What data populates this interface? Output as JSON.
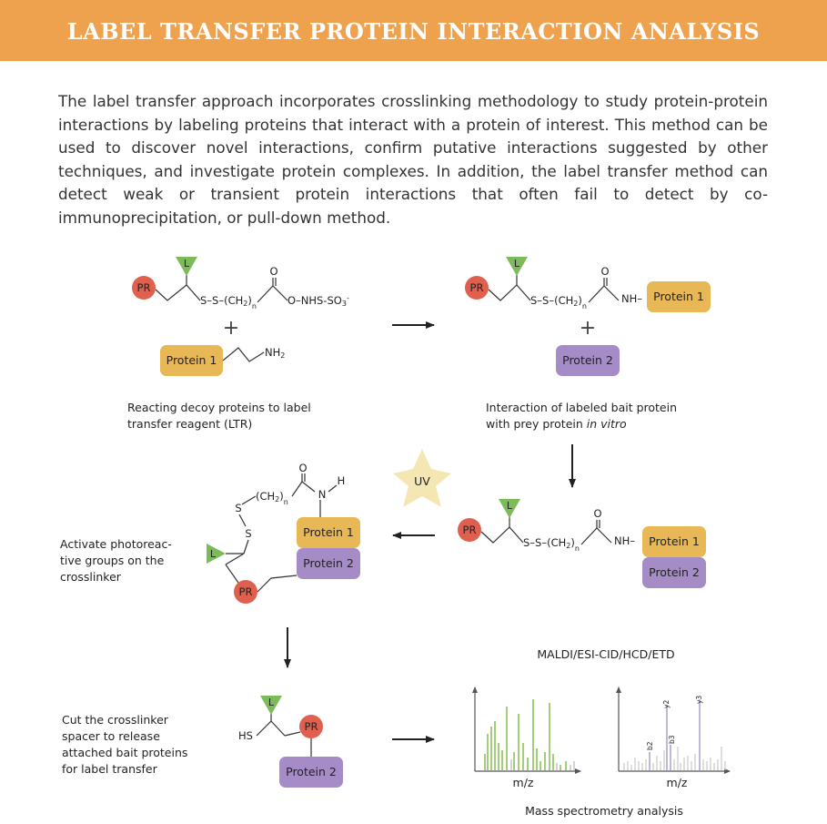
{
  "header": {
    "title": "LABEL TRANSFER PROTEIN INTERACTION ANALYSIS"
  },
  "intro": {
    "text": "The label transfer approach incorporates crosslinking methodology to study protein-protein interactions by labeling proteins that interact with a protein of interest. This method can be used to discover novel interactions, confirm putative interactions suggested by other techniques, and investigate protein complexes. In addition, the label transfer method can detect weak or transient protein interactions that often fail to detect by co-immunoprecipitation, or pull-down method."
  },
  "labels": {
    "pr": "PR",
    "ligand": "L",
    "uv": "UV",
    "hs": "HS"
  },
  "proteins": {
    "p1": "Protein 1",
    "p2": "Protein 2"
  },
  "chem": {
    "ss": "S–S–(CH",
    "ss_close": ")",
    "two": "2",
    "n": "n",
    "o": "O",
    "nhs": "O–NHS-SO",
    "nhs_sub": "3",
    "nhs_sup": "-",
    "nh2": "NH",
    "nh_bond": "NH–",
    "s": "S",
    "n_atom": "N",
    "h_atom": "H",
    "ch2_open": "(CH",
    "plus": "+"
  },
  "captions": {
    "step1_line1": "Reacting decoy proteins to label",
    "step1_line2": "transfer reagent (LTR)",
    "step2_line1": "Interaction  of  labeled  bait  protein",
    "step2_line2": "with prey protein ",
    "step2_italic": "in vitro",
    "step3_line1": "Activate     photoreac-",
    "step3_line2": "tive  groups  on  the",
    "step3_line3": "crosslinker",
    "step4_line1": "Cut      the      crosslinker",
    "step4_line2": "spacer      to       release",
    "step4_line3": "attached  bait  proteins",
    "step4_line4": "for label transfer"
  },
  "mass_spec": {
    "methods": "MALDI/ESI-CID/HCD/ETD",
    "xlabel": "m/z",
    "title": "Mass spectrometry analysis",
    "ions": [
      "b2",
      "y2",
      "b3",
      "y3"
    ],
    "colors": {
      "green_peaks": "#8DC25B",
      "gray_peaks": "#C8C8C8",
      "purple_peaks": "#A29BC9"
    }
  },
  "colors": {
    "banner": "#EFA24D",
    "protein1": "#E8B856",
    "protein2": "#A58CC6",
    "pr": "#E06050",
    "ligand": "#7DBA5A",
    "star": "#F4E7B4"
  }
}
